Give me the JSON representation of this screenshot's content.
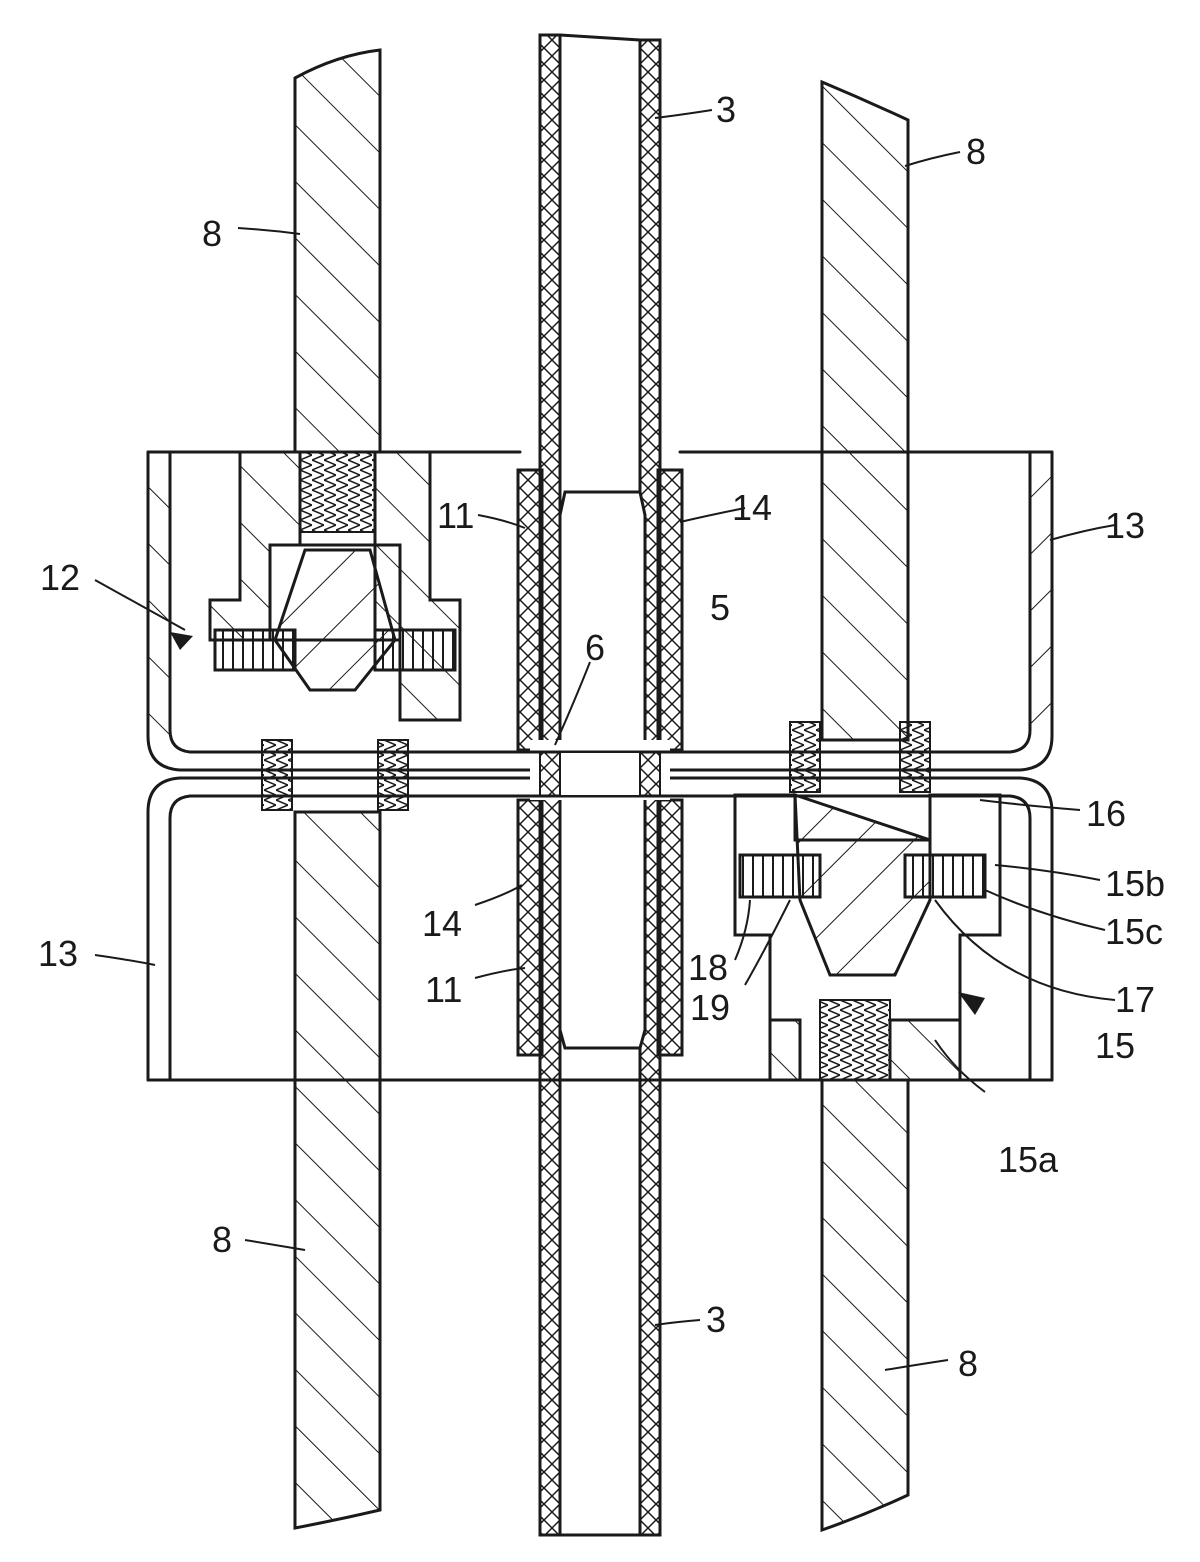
{
  "figure": {
    "labels": [
      {
        "id": "label-3-top",
        "text": "3"
      },
      {
        "id": "label-8-top-left",
        "text": "8"
      },
      {
        "id": "label-8-top-right",
        "text": "8"
      },
      {
        "id": "label-11-upper",
        "text": "11"
      },
      {
        "id": "label-14-upper",
        "text": "14"
      },
      {
        "id": "label-13-right",
        "text": "13"
      },
      {
        "id": "label-12",
        "text": "12"
      },
      {
        "id": "label-5",
        "text": "5"
      },
      {
        "id": "label-6",
        "text": "6"
      },
      {
        "id": "label-16",
        "text": "16"
      },
      {
        "id": "label-15b",
        "text": "15b"
      },
      {
        "id": "label-15c",
        "text": "15c"
      },
      {
        "id": "label-14-lower",
        "text": "14"
      },
      {
        "id": "label-13-left",
        "text": "13"
      },
      {
        "id": "label-18",
        "text": "18"
      },
      {
        "id": "label-11-lower",
        "text": "11"
      },
      {
        "id": "label-19",
        "text": "19"
      },
      {
        "id": "label-17",
        "text": "17"
      },
      {
        "id": "label-15",
        "text": "15"
      },
      {
        "id": "label-15a",
        "text": "15a"
      },
      {
        "id": "label-8-bottom-left",
        "text": "8"
      },
      {
        "id": "label-3-bottom",
        "text": "3"
      },
      {
        "id": "label-8-bottom-right",
        "text": "8"
      }
    ]
  }
}
